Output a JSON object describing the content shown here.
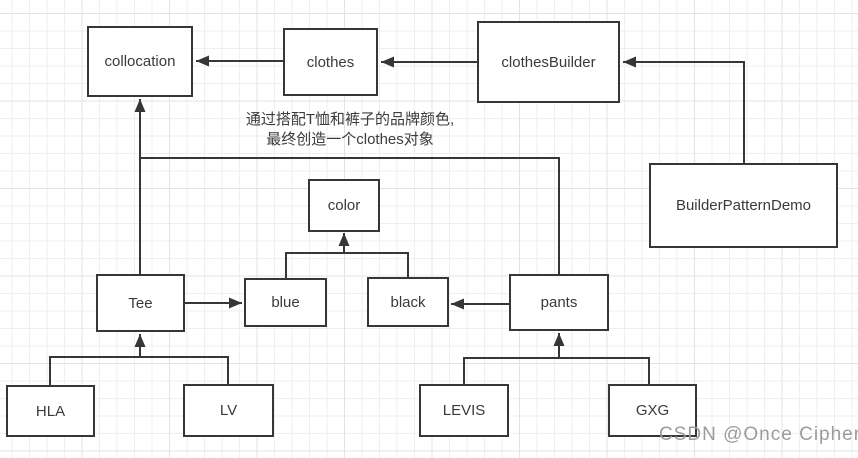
{
  "diagram": {
    "nodes": {
      "collocation": {
        "label": "collocation"
      },
      "clothes": {
        "label": "clothes"
      },
      "clothesBuilder": {
        "label": "clothesBuilder"
      },
      "builderPatternDemo": {
        "label": "BuilderPatternDemo"
      },
      "color": {
        "label": "color"
      },
      "tee": {
        "label": "Tee"
      },
      "blue": {
        "label": "blue"
      },
      "black": {
        "label": "black"
      },
      "pants": {
        "label": "pants"
      },
      "hla": {
        "label": "HLA"
      },
      "lv": {
        "label": "LV"
      },
      "levis": {
        "label": "LEVIS"
      },
      "gxg": {
        "label": "GXG"
      }
    },
    "annotation": {
      "line1": "通过搭配T恤和裤子的品牌颜色,",
      "line2": "最终创造一个clothes对象"
    },
    "watermark": "CSDN @Once Cipher",
    "colors": {
      "line": "#363636",
      "node_border": "#363636",
      "node_fill": "#ffffff",
      "text": "#3a3a3a",
      "annotation_text": "#3c3c3c",
      "watermark_text": "#9c9c9c",
      "grid_line": "#efefef",
      "background": "#ffffff"
    }
  }
}
